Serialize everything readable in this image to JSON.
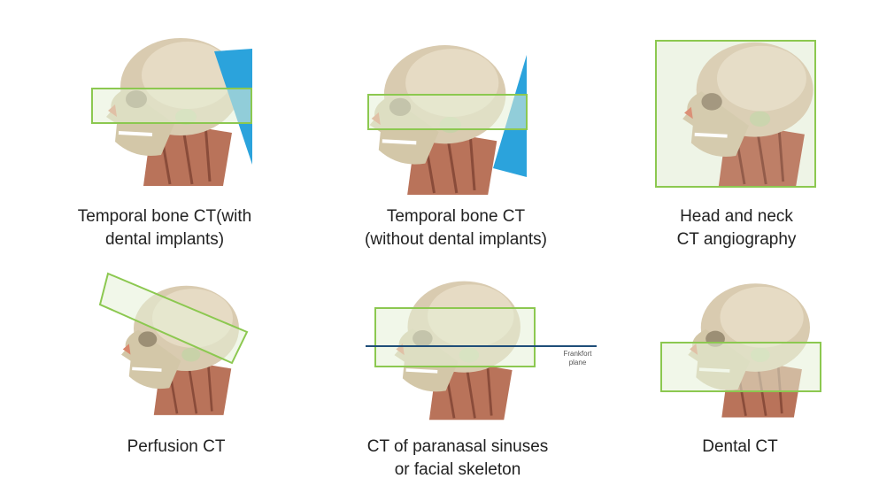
{
  "panels": [
    {
      "label_line1": "Temporal bone CT(with",
      "label_line2": "dental implants)"
    },
    {
      "label_line1": "Temporal bone CT",
      "label_line2": "(without dental implants)"
    },
    {
      "label_line1": "Head and neck",
      "label_line2": "CT angiography"
    },
    {
      "label_line1": "Perfusion CT",
      "label_line2": ""
    },
    {
      "label_line1": "CT of paranasal sinuses",
      "label_line2": "or facial skeleton"
    },
    {
      "label_line1": "Dental CT",
      "label_line2": ""
    }
  ],
  "frankfort_label_line1": "Frankfort",
  "frankfort_label_line2": "plane",
  "colors": {
    "scan_box": "#8cc850",
    "gantry_tilt": "#2ba3dc",
    "frankfort_line": "#1f4e79"
  }
}
